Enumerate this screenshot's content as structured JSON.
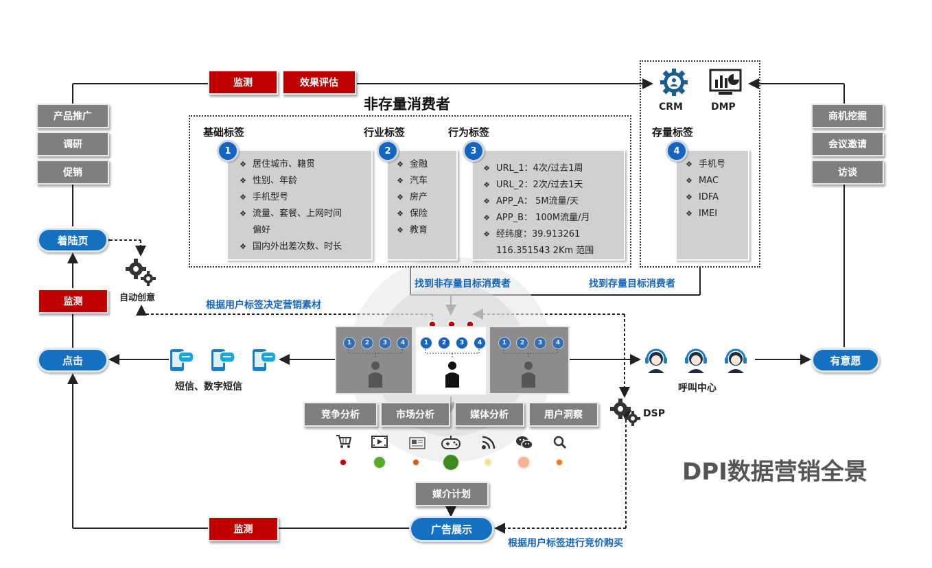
{
  "title": "DPI数据营销全景",
  "top_bar": {
    "monitor": "监测",
    "evaluate": "效果评估"
  },
  "left_stack": [
    "产品推广",
    "调研",
    "促销"
  ],
  "right_stack": [
    "商机挖掘",
    "会议邀请",
    "访谈"
  ],
  "non_stock": {
    "heading": "非存量消费者",
    "groups": [
      {
        "num": "1",
        "title": "基础标签",
        "items": [
          "居住城市、籍贯",
          "性别、年龄",
          "手机型号",
          "流量、套餐、上网时间",
          "偏好",
          "国内外出差次数、时长"
        ],
        "bullets": [
          true,
          true,
          true,
          true,
          false,
          true
        ]
      },
      {
        "num": "2",
        "title": "行业标签",
        "items": [
          "金融",
          "汽车",
          "房产",
          "保险",
          "教育"
        ]
      },
      {
        "num": "3",
        "title": "行为标签",
        "items": [
          "URL_1：4次/过去1周",
          "URL_2：2次/过去1天",
          "APP_A：  5M流量/天",
          "APP_B：  100M流量/月",
          "经纬度：39.913261",
          "116.351543 2Km 范围"
        ],
        "bullets": [
          true,
          true,
          true,
          true,
          true,
          false
        ]
      }
    ]
  },
  "stock": {
    "crm": "CRM",
    "dmp": "DMP",
    "title": "存量标签",
    "num": "4",
    "items": [
      "手机号",
      "MAC",
      "IDFA",
      "IMEI"
    ]
  },
  "find_non_stock": "找到非存量目标消费者",
  "find_stock": "找到存量目标消费者",
  "decide_material": "根据用户标签决定营销素材",
  "landing": "着陆页",
  "auto_creative": "自动创意",
  "monitor_left": "监测",
  "click": "点击",
  "sms": "短信、数字短信",
  "call_center": "呼叫中心",
  "intent": "有意愿",
  "dsp": "DSP",
  "analysis": [
    "竞争分析",
    "市场分析",
    "媒体分析",
    "用户洞察"
  ],
  "media_plan": "媒介计划",
  "ad_display": "广告展示",
  "monitor_bottom": "监测",
  "bid": "根据用户标签进行竞价购买",
  "persona_nums": [
    "1",
    "2",
    "3",
    "4"
  ],
  "media_icons": [
    "cart-icon",
    "video-icon",
    "news-icon",
    "game-icon",
    "rss-icon",
    "wechat-icon",
    "search-icon"
  ],
  "media_dots": [
    {
      "color": "#c00000",
      "size": "small"
    },
    {
      "color": "#5aaa2a",
      "size": "medium"
    },
    {
      "color": "#d85c10",
      "size": "small"
    },
    {
      "color": "#3d8a22",
      "size": "large"
    },
    {
      "color": "#f5e07a",
      "size": "small"
    },
    {
      "color": "#f8b090",
      "size": "medium"
    },
    {
      "color": "#f07818",
      "size": "small"
    }
  ],
  "colors": {
    "blue": "#1565c0",
    "red": "#c00000",
    "gray": "#7f7f7f"
  }
}
